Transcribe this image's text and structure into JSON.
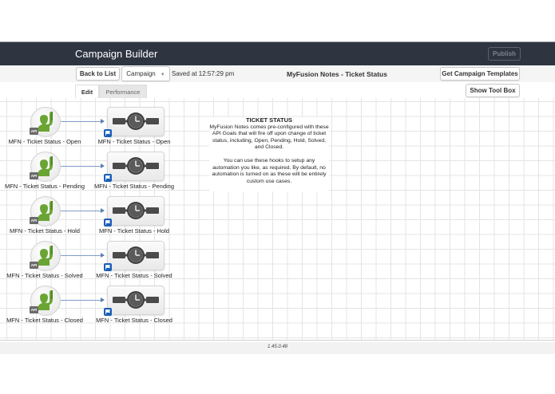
{
  "header": {
    "app_title": "Campaign Builder",
    "publish_label": "Publish"
  },
  "toolbar": {
    "back_label": "Back to List",
    "campaign_label": "Campaign",
    "saved_text": "Saved at 12:57:29 pm",
    "doc_title": "MyFusion Notes - Ticket Status",
    "templates_label": "Get Campaign Templates"
  },
  "tabs": [
    {
      "label": "Edit",
      "active": true
    },
    {
      "label": "Performance",
      "active": false
    }
  ],
  "toolbox_label": "Show Tool Box",
  "canvas": {
    "rows": [
      {
        "goal_label": "MFN - Ticket Status - Open",
        "goal_badge": "API",
        "sequence_label": "MFN - Ticket Status - Open"
      },
      {
        "goal_label": "MFN - Ticket Status - Pending",
        "goal_badge": "API",
        "sequence_label": "MFN - Ticket Status - Pending"
      },
      {
        "goal_label": "MFN - Ticket Status - Hold",
        "goal_badge": "API",
        "sequence_label": "MFN - Ticket Status - Hold"
      },
      {
        "goal_label": "MFN - Ticket Status - Solved",
        "goal_badge": "API",
        "sequence_label": "MFN - Ticket Status - Solved"
      },
      {
        "goal_label": "MFN - Ticket Status - Closed",
        "goal_badge": "API",
        "sequence_label": "MFN - Ticket Status - Closed"
      }
    ],
    "note": {
      "title": "TICKET STATUS",
      "paragraph1": "MyFusion Notes comes pre-configured with these API Goals that will fire off upon change of ticket status, including, Open, Pending, Hold, Solved, and Closed.",
      "paragraph2": "You can use these hooks to setup any automation you like, as required. By default, no automation is turned on as these will be entirely custom use cases."
    }
  },
  "footer": {
    "version": "1.45.0.48"
  },
  "colors": {
    "topbar": "#2f3441",
    "goal_icon_green": "#6aa534",
    "flag_blue": "#1b5fb5",
    "arrow": "#7f9cc7"
  }
}
